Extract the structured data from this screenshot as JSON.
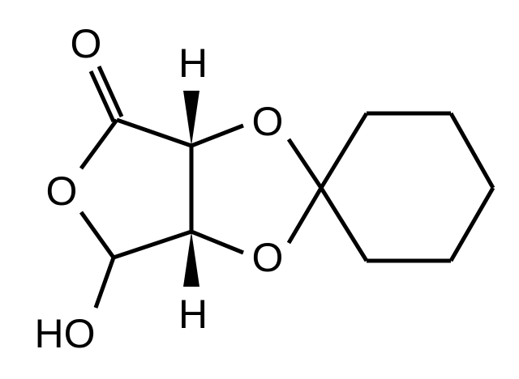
{
  "atom_labels": {
    "carbonyl_oxygen": "O",
    "ring_oxygen_lactone": "O",
    "hydroxyl": "HO",
    "dioxolane_oxygen_top": "O",
    "dioxolane_oxygen_bottom": "O",
    "hydrogen_top": "H",
    "hydrogen_bottom": "H"
  },
  "colors": {
    "bond": "#000000",
    "background": "#ffffff"
  }
}
